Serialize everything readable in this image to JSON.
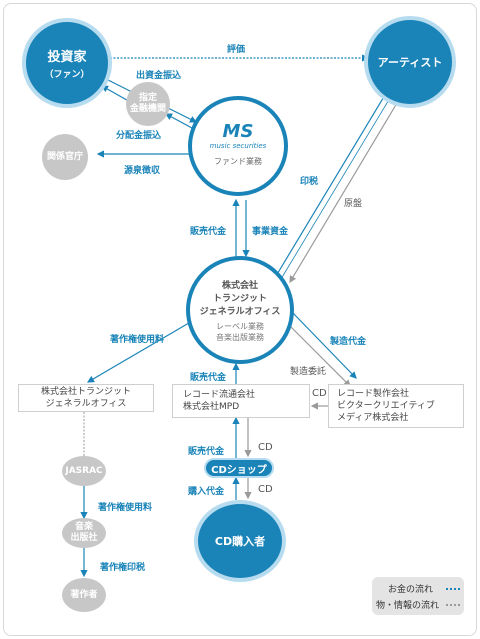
{
  "nodes": {
    "investor_title": "投資家",
    "investor_sub": "（ファン）",
    "artist": "アーティスト",
    "designated_org": "指定\n金融機関",
    "tax_office": "関係官庁",
    "ms_logo": "MS",
    "ms_name": "music securities",
    "fund_ops": "ファンド業務",
    "tgo_line1": "株式会社",
    "tgo_line2": "トランジット",
    "tgo_line3": "ジェネラルオフィス",
    "tgo_ops1": "レーベル業務",
    "tgo_ops2": "音楽出版業務",
    "tgo_box_line1": "株式会社トランジット",
    "tgo_box_line2": "ジェネラルオフィス",
    "distributor_line1": "レコード流通会社",
    "distributor_line2": "株式会社MPD",
    "maker_line1": "レコード製作会社",
    "maker_line2": "ビクタークリエイティブ",
    "maker_line3": "メディア株式会社",
    "jasrac": "JASRAC",
    "publisher": "音楽\n出版社",
    "author": "著作者",
    "cd_shop": "CDショップ",
    "cd_buyer": "CD購入者"
  },
  "labels": {
    "evaluation": "評価",
    "investment": "出資金振込",
    "distribution": "分配金振込",
    "withholding": "源泉徴収",
    "printing": "印税",
    "master": "原盤",
    "sales_fee_top": "販売代金",
    "project_fund": "事業資金",
    "copyright_fee": "著作権使用料",
    "production_fee": "製造代金",
    "production_order": "製造委託",
    "sales_fee_mid": "販売代金",
    "cd_mid": "CD",
    "sales_fee_low": "販売代金",
    "cd_low_top": "CD",
    "purchase_fee": "購入代金",
    "cd_low_bottom": "CD",
    "copyright_fee_2": "著作権使用料",
    "royalty": "著作権印税"
  },
  "legend": {
    "money": "お金の流れ",
    "goods": "物・情報の流れ"
  },
  "colors": {
    "money": "#1a84b8",
    "goods": "#9a9a9a"
  }
}
